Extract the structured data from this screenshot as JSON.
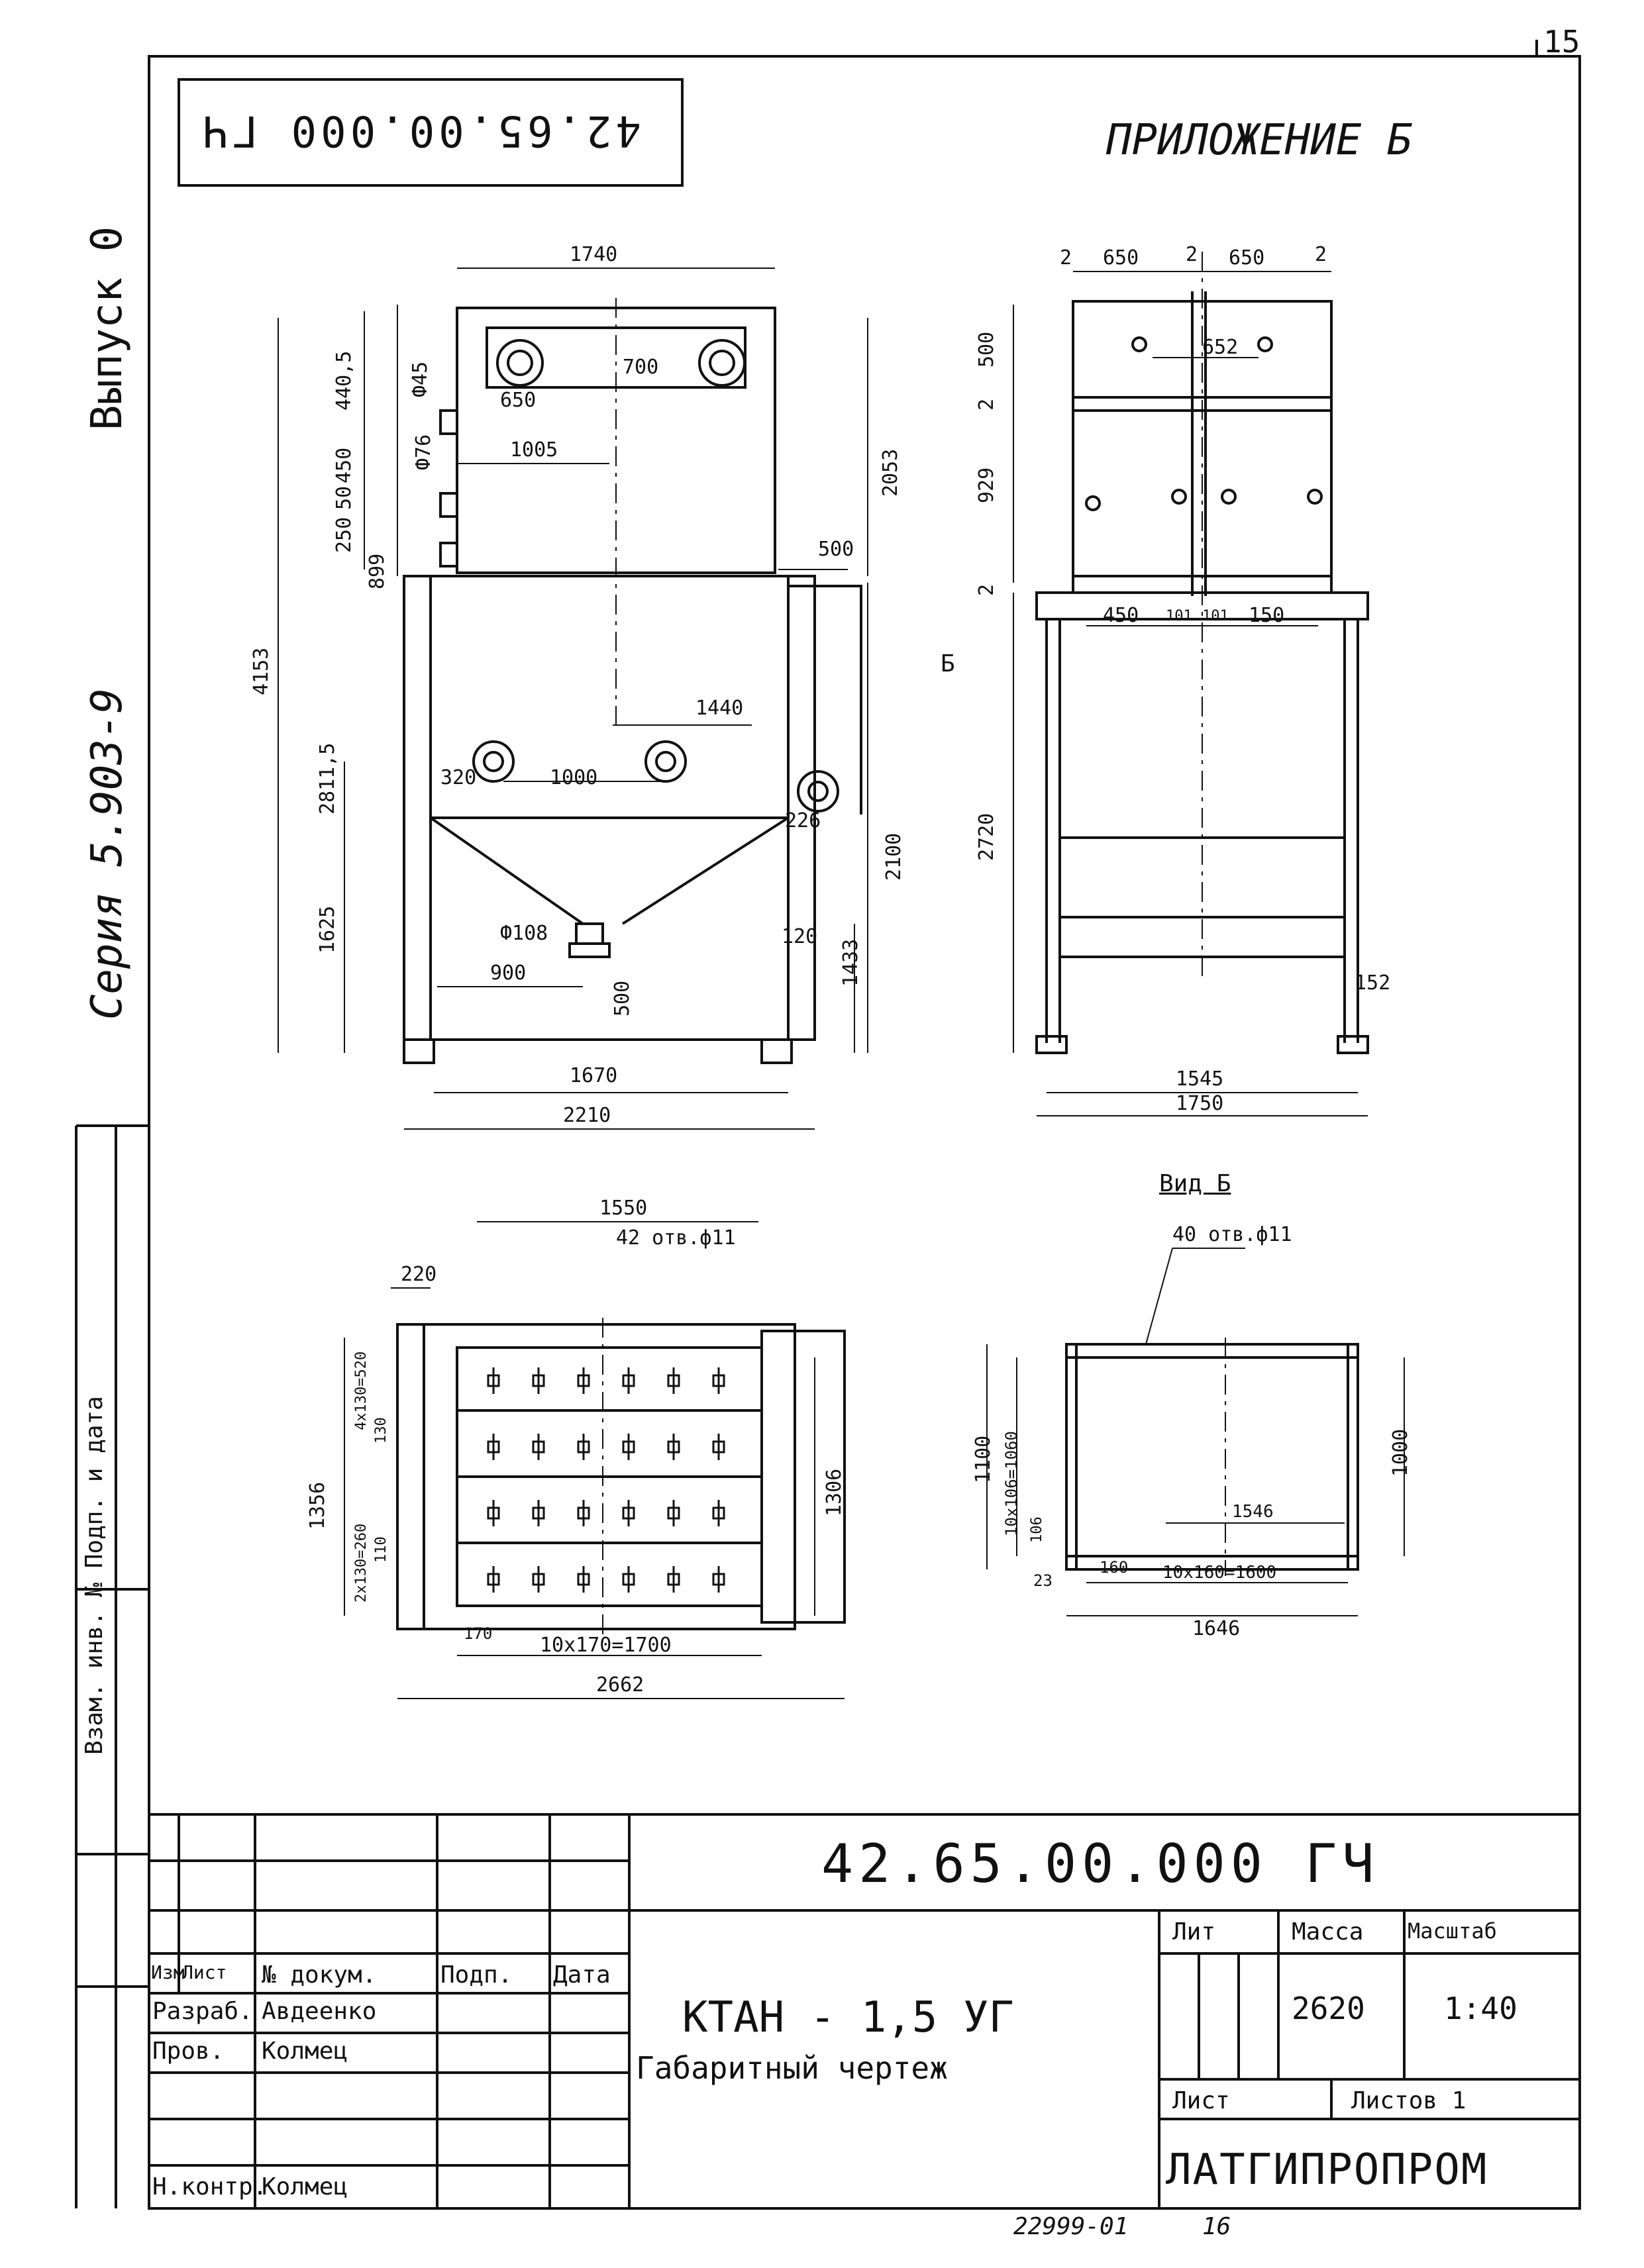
{
  "sheet": {
    "page_number": "15",
    "code_rotated": "42.65.00.000 ГЧ",
    "appendix": "ПРИЛОЖЕНИЕ Б",
    "side_issue": "Выпуск 0",
    "side_series": "Серия 5.903-9",
    "side_stamp": "Взам. инв. №   Подп. и дата"
  },
  "front_view": {
    "dims": [
      "1740",
      "700",
      "650",
      "1005",
      "Ф45",
      "Ф76",
      "440,5",
      "450",
      "250",
      "50",
      "899",
      "2053",
      "500",
      "4153",
      "2811,5",
      "1625",
      "1440",
      "320",
      "1000",
      "226",
      "2100",
      "Ф108",
      "900",
      "500",
      "120",
      "1433",
      "1670",
      "2210"
    ]
  },
  "side_view": {
    "dims": [
      "2",
      "650",
      "2",
      "650",
      "2",
      "500",
      "652",
      "2",
      "929",
      "2",
      "450",
      "101",
      "101",
      "150",
      "Б",
      "2720",
      "152",
      "1545",
      "1750"
    ]
  },
  "plan_view": {
    "dims": [
      "1550",
      "42 отв.ф11",
      "220",
      "1356",
      "2x130=260",
      "4x130=520",
      "130",
      "110",
      "1306",
      "170",
      "10x170=1700",
      "2662"
    ]
  },
  "view_b": {
    "title": "Вид Б",
    "dims": [
      "40 отв.ф11",
      "1100",
      "10x106=1060",
      "106",
      "23",
      "160",
      "10x160=1600",
      "1546",
      "1000",
      "1646"
    ]
  },
  "title_block": {
    "doc_code": "42.65.00.000  ГЧ",
    "col_headers": [
      "Изм",
      "Лист",
      "№ докум.",
      "Подп.",
      "Дата"
    ],
    "rows": [
      {
        "role": "Разраб.",
        "name": "Авдеенко"
      },
      {
        "role": "Пров.",
        "name": "Колмец"
      },
      {
        "role": "Н.контр.",
        "name": "Колмец"
      }
    ],
    "product": "КТАН - 1,5 УГ",
    "drawing_type": "Габаритный чертеж",
    "lit_label": "Лит",
    "mass_label": "Масса",
    "scale_label": "Масштаб",
    "mass": "2620",
    "scale": "1:40",
    "sheet_label": "Лист",
    "sheets_label": "Листов 1",
    "org": "ЛАТГИПРОПРОМ"
  },
  "footer": {
    "order": "22999-01",
    "sheet_no": "16"
  }
}
